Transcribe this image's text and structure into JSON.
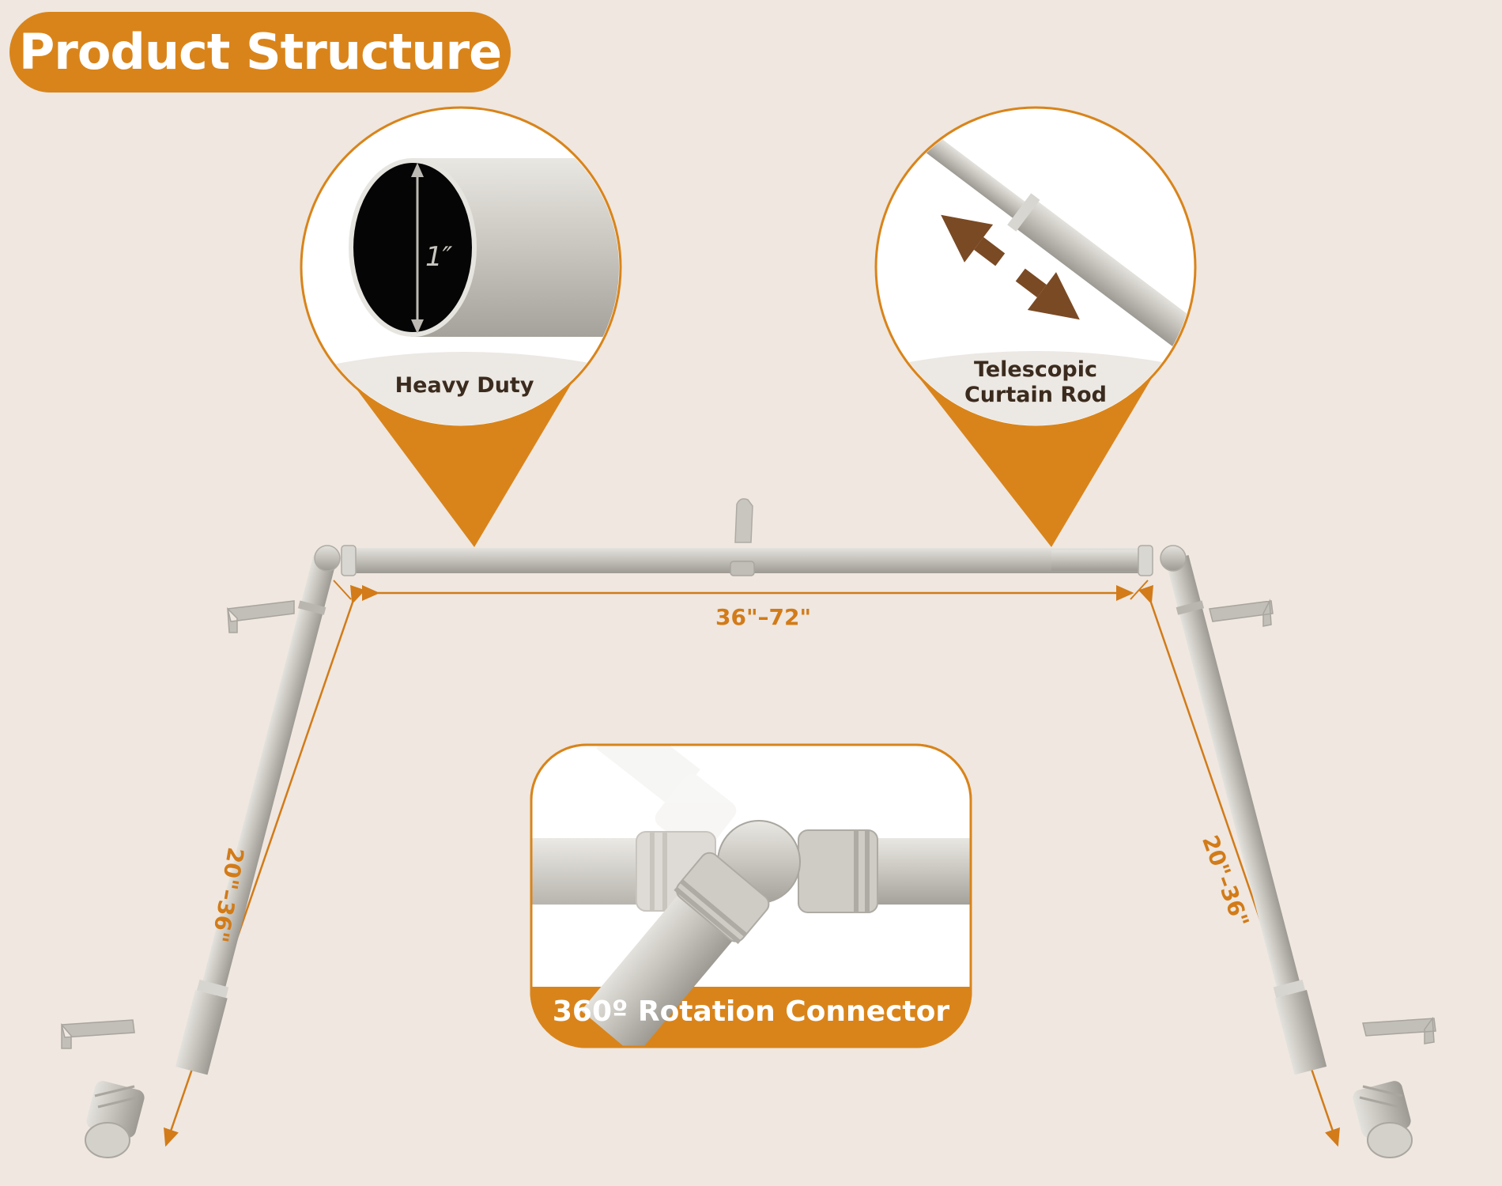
{
  "header": {
    "title": "Product Structure"
  },
  "callouts": {
    "heavy_duty": {
      "label": "Heavy Duty",
      "diameter": "1″"
    },
    "telescopic": {
      "label_line1": "Telescopic",
      "label_line2": "Curtain Rod"
    },
    "connector": {
      "label": "360º Rotation Connector"
    }
  },
  "dimensions": {
    "width": "36\"–72\"",
    "left_return": "20\"–36\"",
    "right_return": "20\"–36\""
  },
  "colors": {
    "accent": "#d9841a",
    "background": "#efe7e0",
    "rod": "#c3c0b9",
    "arrow": "#7a4a24"
  }
}
